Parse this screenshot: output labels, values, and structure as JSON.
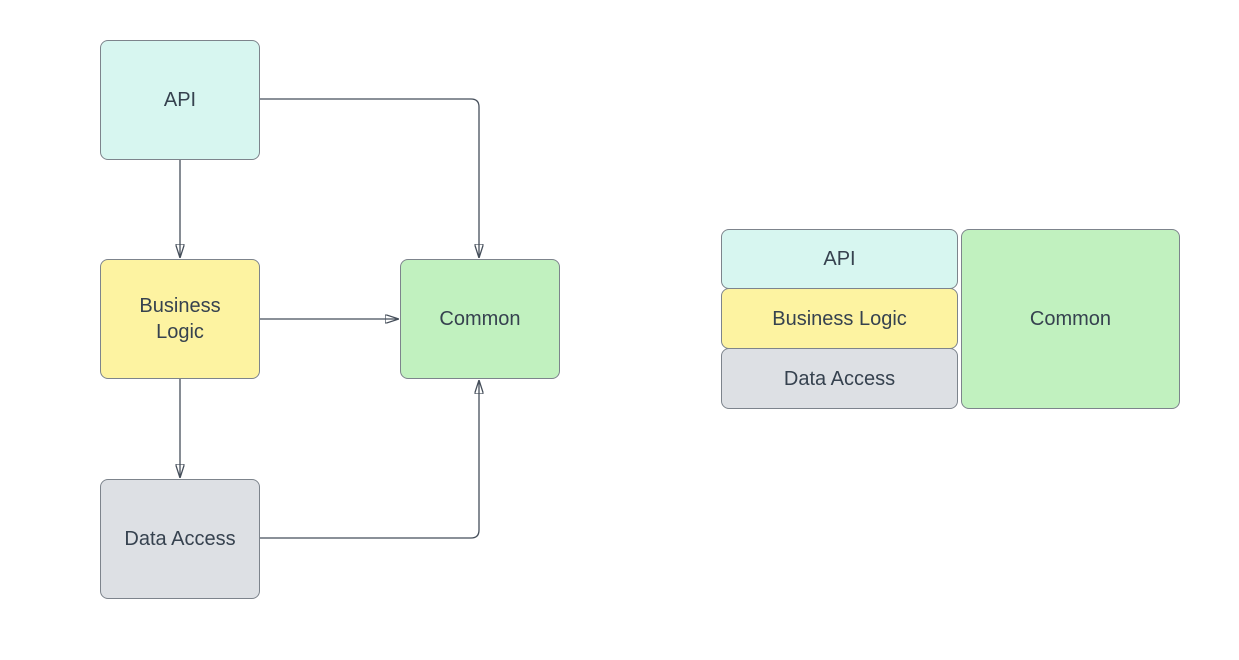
{
  "colors": {
    "background": "#ffffff",
    "api-fill": "#d7f6f0",
    "business-fill": "#fdf3a1",
    "common-fill": "#c1f1bf",
    "data-fill": "#dde0e4",
    "shape-border": "#7d848c",
    "edge": "#454e5a",
    "text": "#36424f"
  },
  "diagram": {
    "left_flow": {
      "nodes": [
        {
          "id": "api",
          "label": "API"
        },
        {
          "id": "business-logic",
          "label": "Business Logic"
        },
        {
          "id": "common",
          "label": "Common"
        },
        {
          "id": "data-access",
          "label": "Data Access"
        }
      ],
      "edges": [
        {
          "from": "api",
          "to": "business-logic"
        },
        {
          "from": "api",
          "to": "common"
        },
        {
          "from": "business-logic",
          "to": "common"
        },
        {
          "from": "business-logic",
          "to": "data-access"
        },
        {
          "from": "data-access",
          "to": "common"
        }
      ]
    },
    "right_stack": {
      "layers": [
        {
          "id": "api",
          "label": "API"
        },
        {
          "id": "business-logic",
          "label": "Business Logic"
        },
        {
          "id": "data-access",
          "label": "Data Access"
        }
      ],
      "side": {
        "id": "common",
        "label": "Common"
      }
    }
  }
}
